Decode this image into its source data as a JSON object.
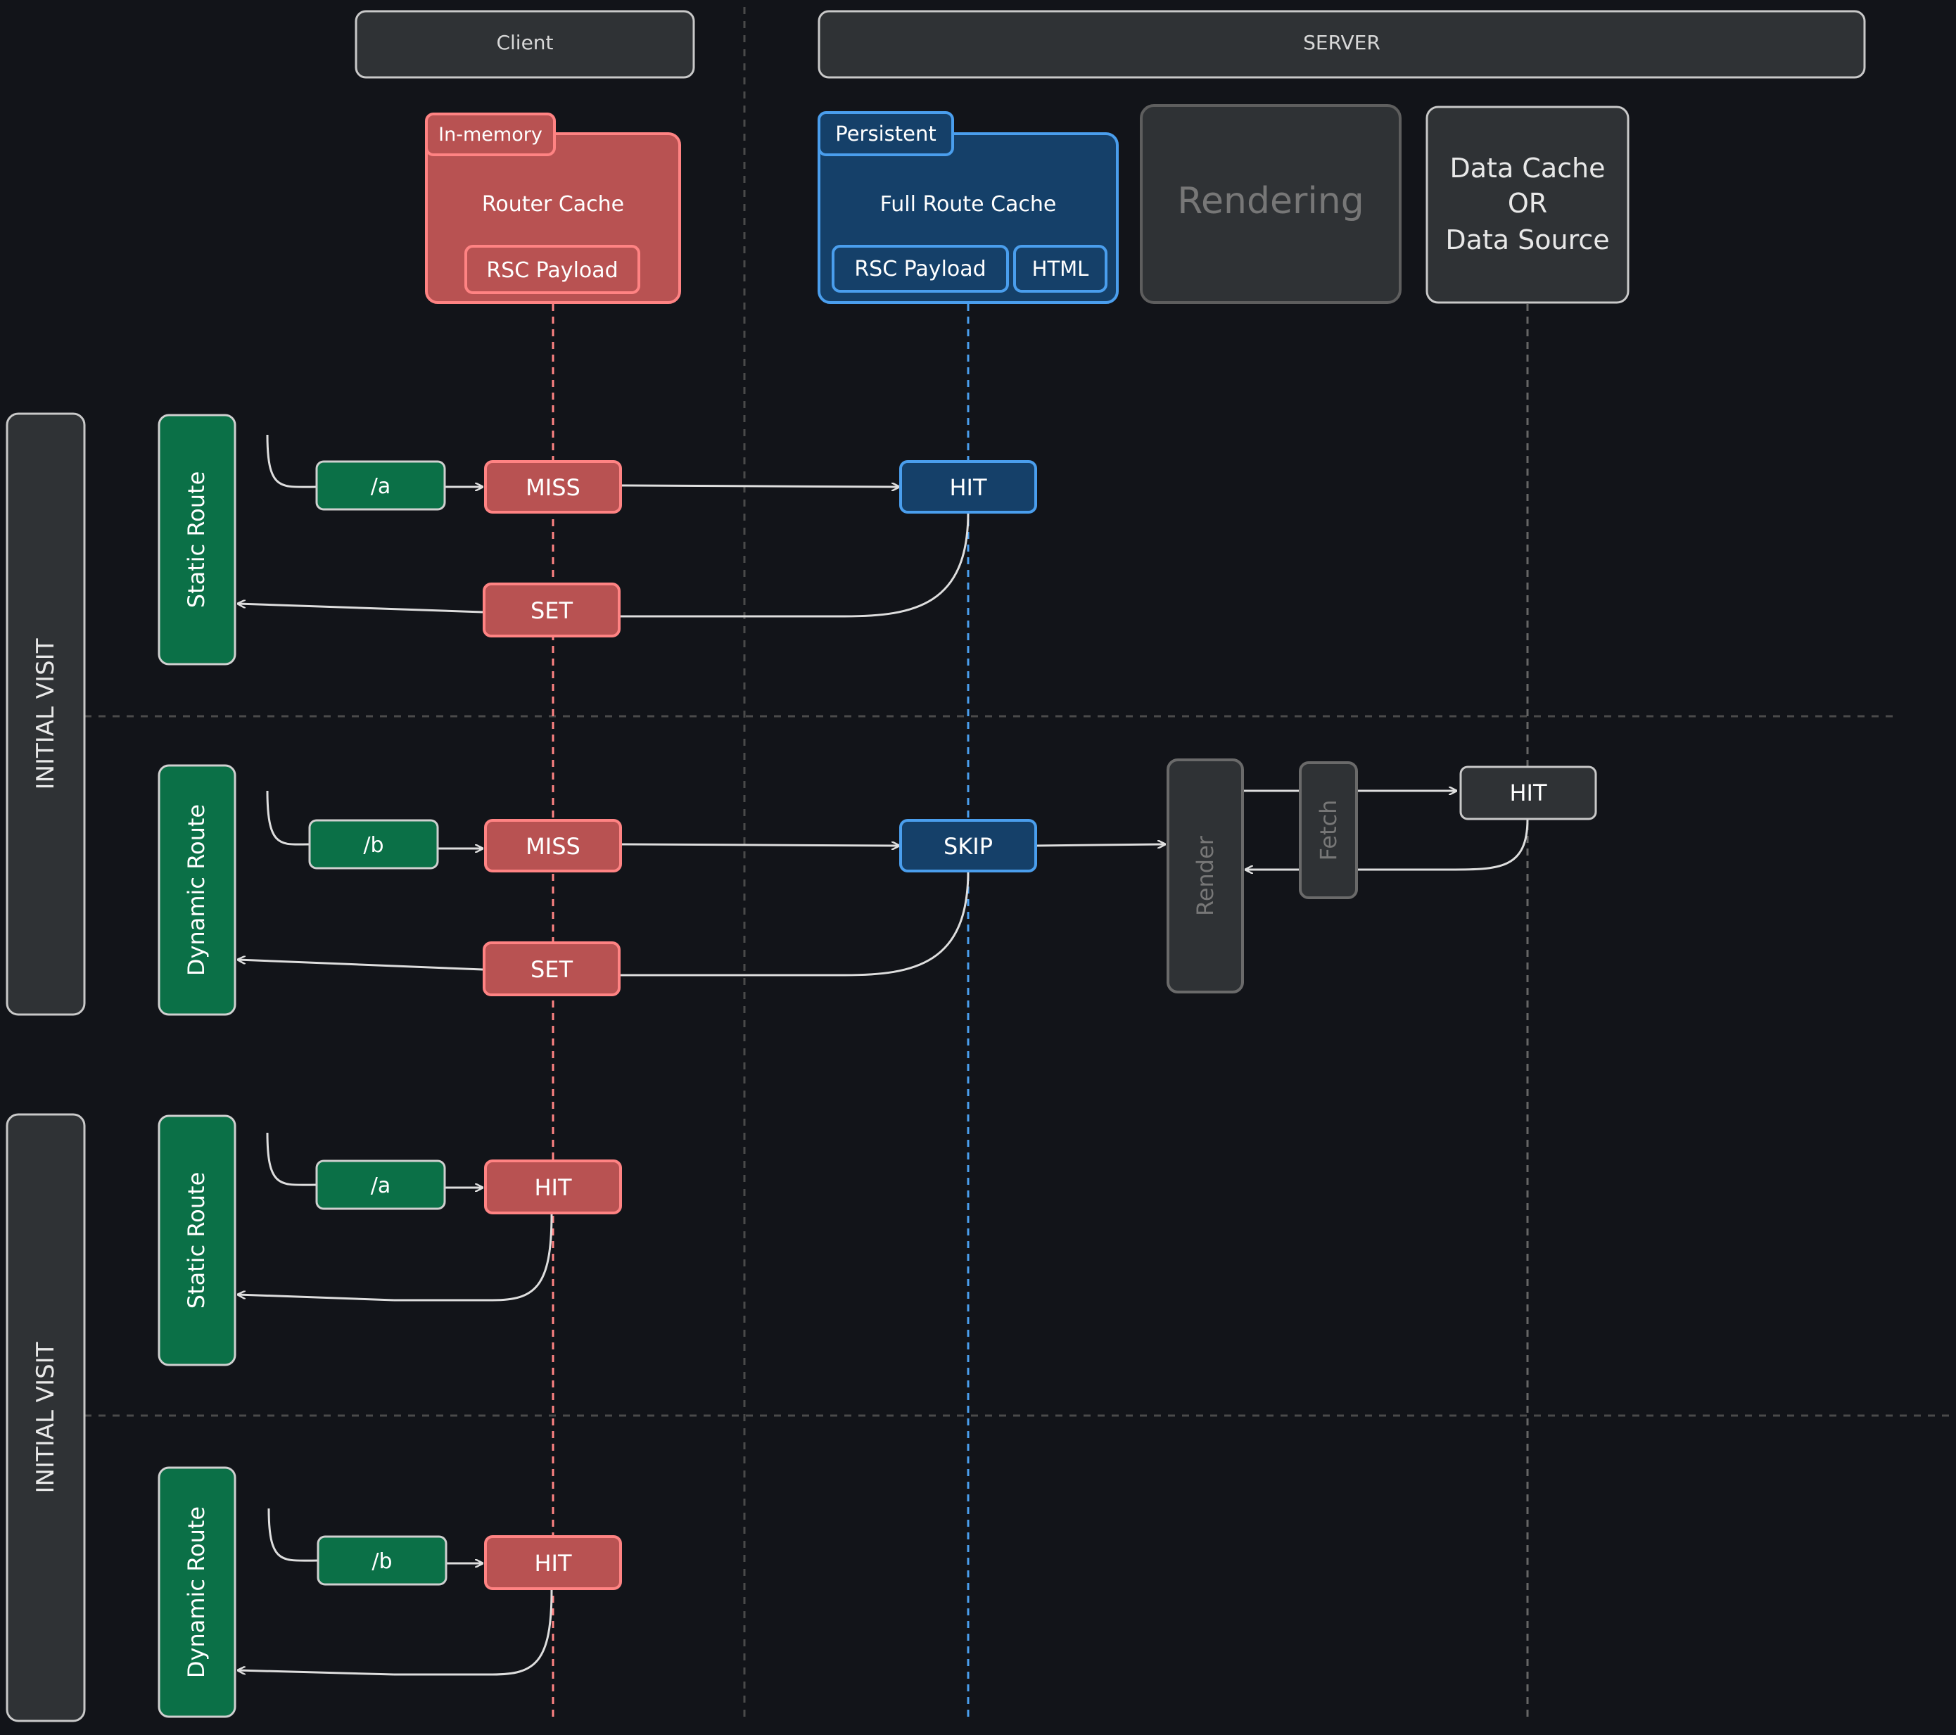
{
  "header": {
    "client": "Client",
    "server": "SERVER"
  },
  "caches": {
    "router": {
      "tag": "In-memory",
      "title": "Router Cache",
      "payload": "RSC Payload"
    },
    "full_route": {
      "tag": "Persistent",
      "title": "Full Route Cache",
      "payload": "RSC Payload",
      "html": "HTML"
    },
    "rendering": {
      "title": "Rendering"
    },
    "data": {
      "line1": "Data Cache",
      "line2": "OR",
      "line3": "Data Source"
    }
  },
  "sections": [
    {
      "label": "INITIAL VISIT"
    },
    {
      "label": "INITIAL VISIT"
    }
  ],
  "rows": [
    {
      "route_type": "Static Route",
      "path": "/a",
      "router_status": "MISS",
      "full_route_status": "HIT",
      "return_label": "SET"
    },
    {
      "route_type": "Dynamic Route",
      "path": "/b",
      "router_status": "MISS",
      "full_route_status": "SKIP",
      "return_label": "SET",
      "render_label": "Render",
      "fetch_label": "Fetch",
      "data_status": "HIT"
    },
    {
      "route_type": "Static Route",
      "path": "/a",
      "router_status": "HIT"
    },
    {
      "route_type": "Dynamic Route",
      "path": "/b",
      "router_status": "HIT"
    }
  ],
  "colors": {
    "background": "#121419",
    "panel": "#2f3235",
    "panel_border": "#c9c9c9",
    "router_red": "#b85252",
    "router_border": "#ff8383",
    "route_blue": "#154069",
    "route_blue_border": "#4a9eed",
    "route_green": "#0b7047",
    "green_border": "#d0d0d0",
    "arrow": "#dedede",
    "dim_text": "#777777"
  }
}
